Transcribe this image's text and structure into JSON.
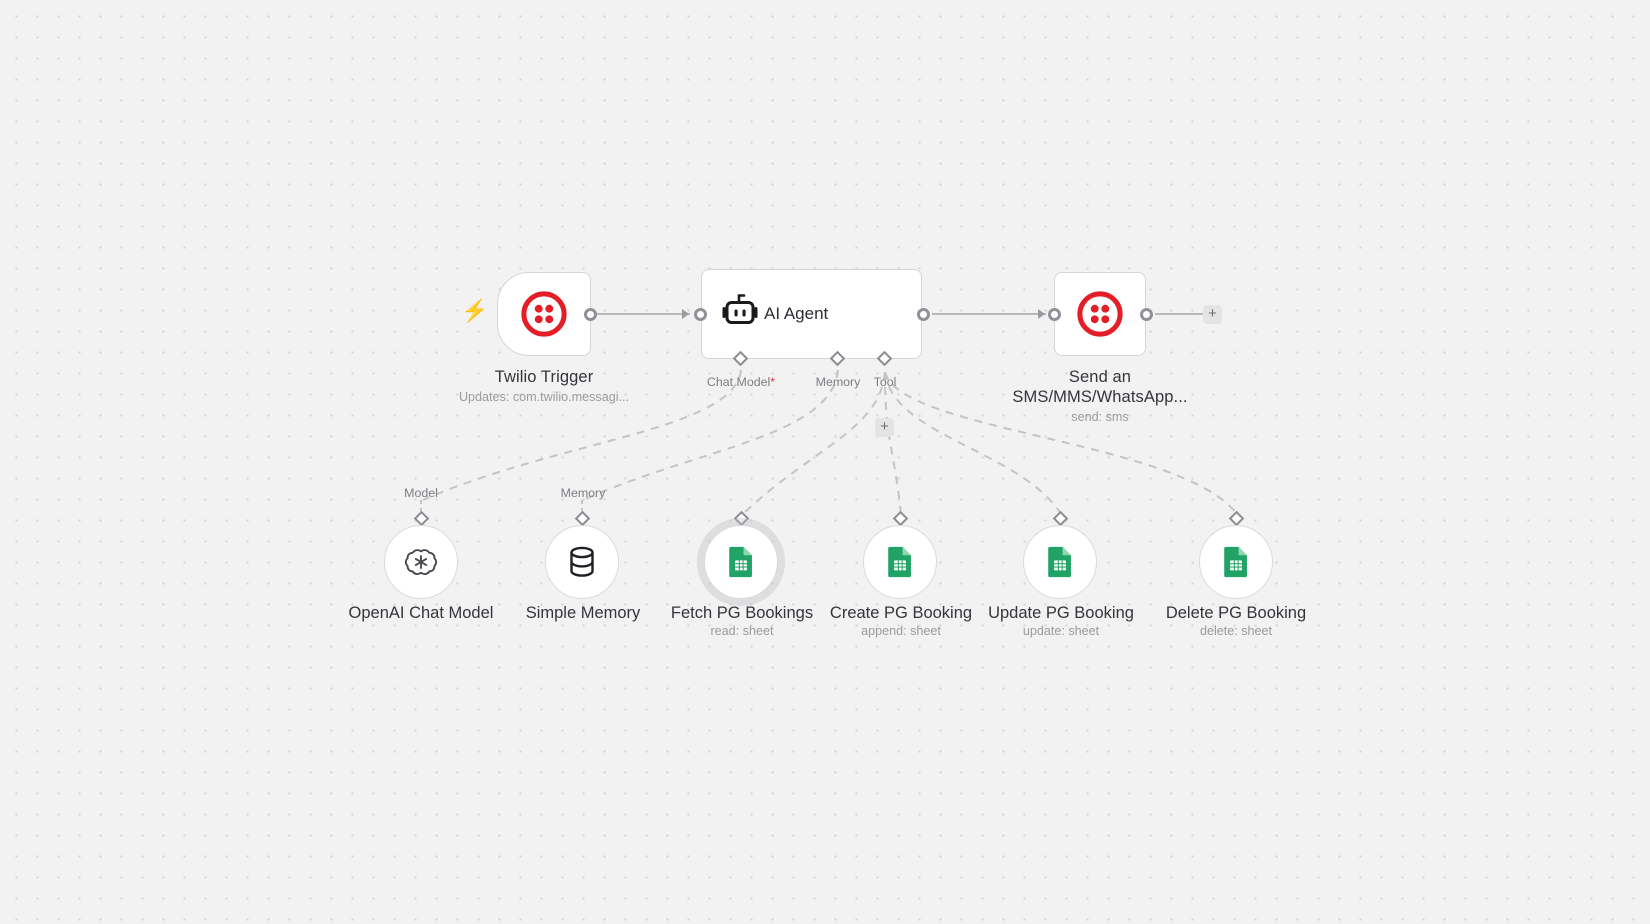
{
  "canvas": {
    "background_color": "#f2f2f2",
    "grid_dot_color": "#d4d4d4"
  },
  "nodes": [
    {
      "id": "twilio-trigger",
      "type": "trigger",
      "title": "Twilio Trigger",
      "subtitle": "Updates: com.twilio.messagi...",
      "icon": "twilio-icon",
      "accent": "#e31e26"
    },
    {
      "id": "ai-agent",
      "type": "agent",
      "title": "AI Agent",
      "subtitle": "",
      "icon": "robot-icon",
      "accent": "#1a1a1a"
    },
    {
      "id": "send-sms",
      "type": "action",
      "title": "Send an\nSMS/MMS/WhatsApp...",
      "subtitle": "send: sms",
      "icon": "twilio-icon",
      "accent": "#e31e26"
    }
  ],
  "agent_ports": [
    {
      "id": "chat-model",
      "label": "Chat Model",
      "required": true,
      "required_marker": "*"
    },
    {
      "id": "memory",
      "label": "Memory",
      "required": false,
      "required_marker": ""
    },
    {
      "id": "tool",
      "label": "Tool",
      "required": false,
      "required_marker": ""
    }
  ],
  "subnodes": [
    {
      "id": "openai-chat-model",
      "title": "OpenAI Chat Model",
      "subtitle": "",
      "port_label": "Model",
      "icon": "openai-icon",
      "selected": false
    },
    {
      "id": "simple-memory",
      "title": "Simple Memory",
      "subtitle": "",
      "port_label": "Memory",
      "icon": "database-icon",
      "selected": false
    },
    {
      "id": "fetch-pg-bookings",
      "title": "Fetch PG Bookings",
      "subtitle": "read: sheet",
      "port_label": "",
      "icon": "google-sheets-icon",
      "selected": true
    },
    {
      "id": "create-pg-booking",
      "title": "Create PG Booking",
      "subtitle": "append: sheet",
      "port_label": "",
      "icon": "google-sheets-icon",
      "selected": false
    },
    {
      "id": "update-pg-booking",
      "title": "Update PG Booking",
      "subtitle": "update: sheet",
      "port_label": "",
      "icon": "google-sheets-icon",
      "selected": false
    },
    {
      "id": "delete-pg-booking",
      "title": "Delete PG Booking",
      "subtitle": "delete: sheet",
      "port_label": "",
      "icon": "google-sheets-icon",
      "selected": false
    }
  ],
  "buttons": {
    "add_tool_plus": "+",
    "add_next_node_plus": "+"
  },
  "colors": {
    "twilio_red": "#e31e26",
    "sheets_green": "#21a366",
    "required_red": "#e4354c",
    "edge_gray": "#b9b9b9",
    "trigger_bolt": "#ff8a80"
  }
}
